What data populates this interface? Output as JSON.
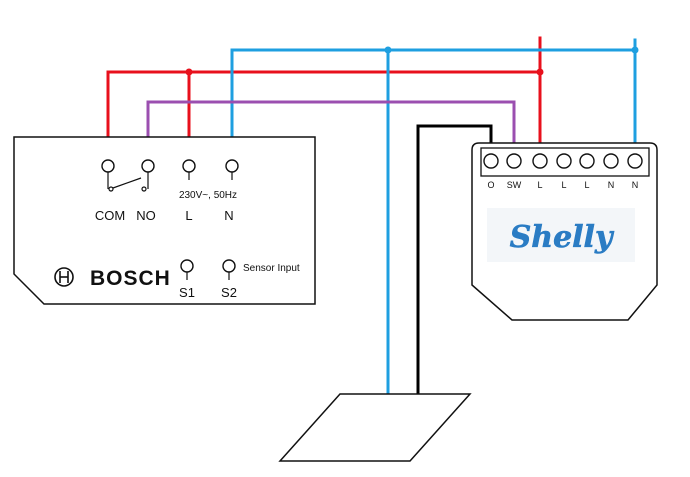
{
  "bosch": {
    "brand": "BOSCH",
    "terminals": [
      "COM",
      "NO",
      "L",
      "N"
    ],
    "voltage": "230V~, 50Hz",
    "sensor_terminals": [
      "S1",
      "S2"
    ],
    "sensor_label": "Sensor Input"
  },
  "shelly": {
    "brand": "Shelly",
    "terminals": [
      "O",
      "SW",
      "L",
      "L",
      "L",
      "N",
      "N"
    ]
  },
  "colors": {
    "live_wire": "#e8101c",
    "neutral_wire": "#1e9fe0",
    "switched_wire": "#9b4fb0",
    "load_wire": "#000000",
    "shelly_logo": "#2a7cc4"
  }
}
